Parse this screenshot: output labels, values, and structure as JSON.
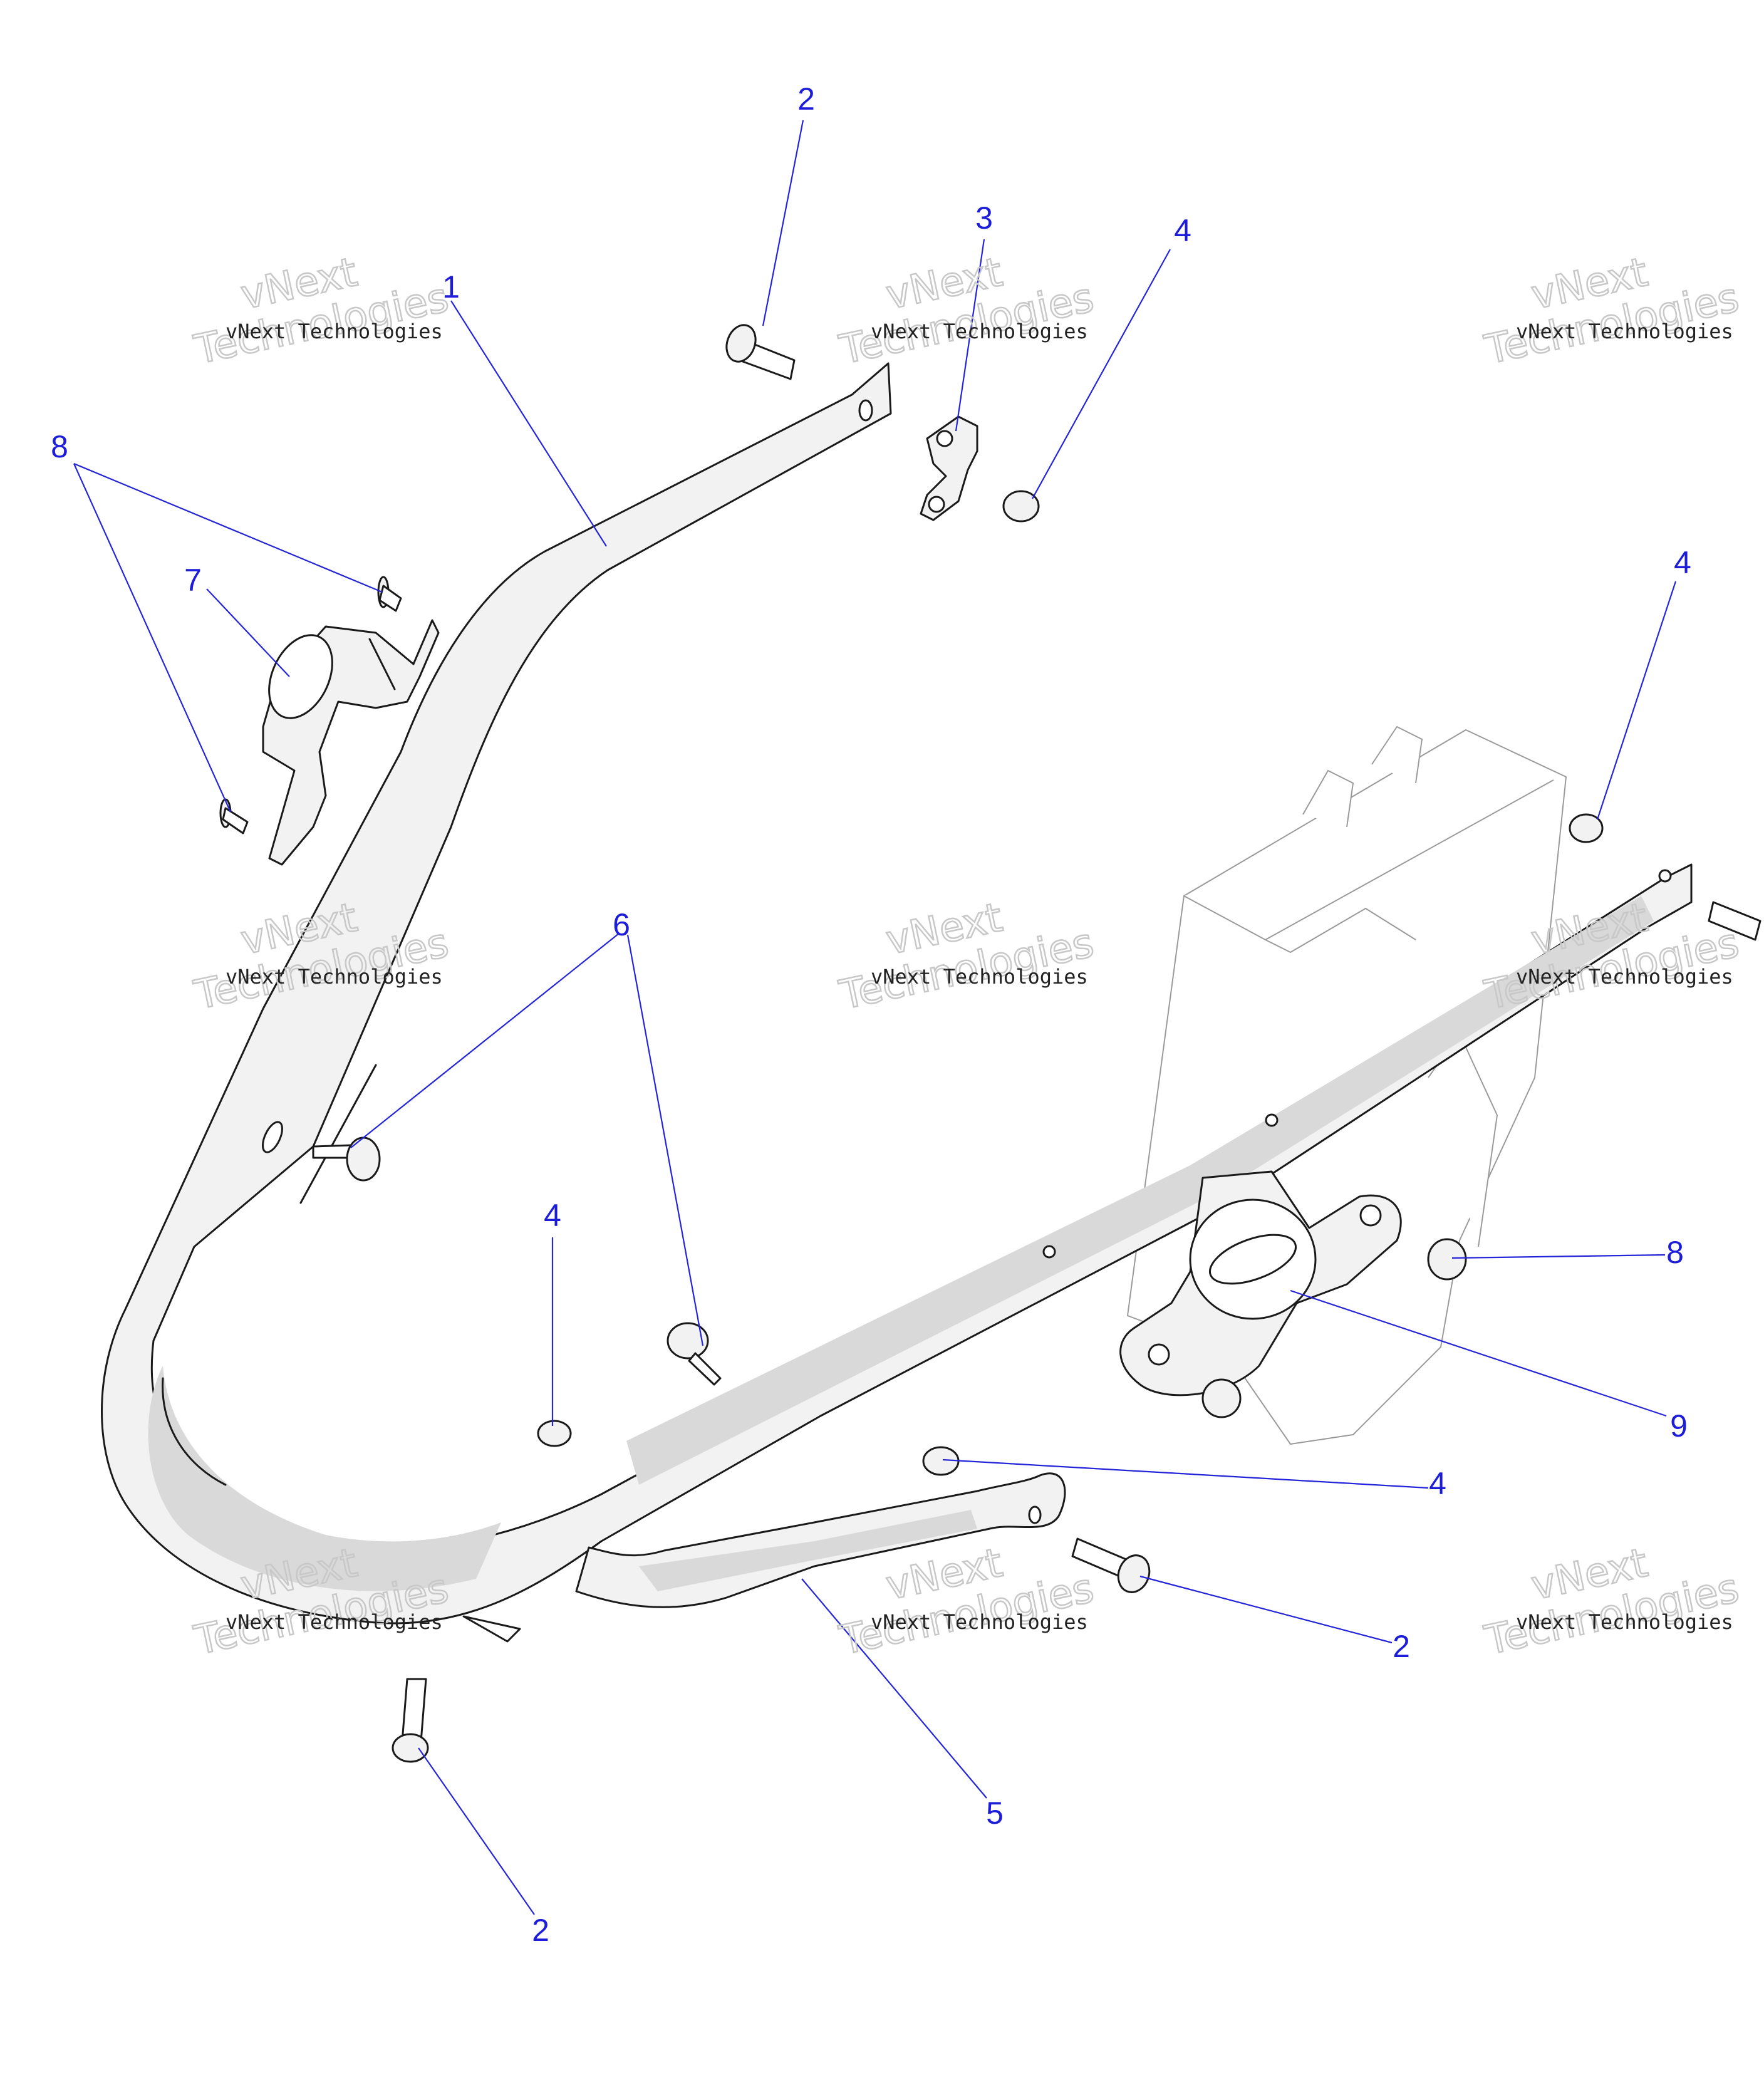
{
  "callouts": [
    {
      "id": "c1",
      "label": "1"
    },
    {
      "id": "c2a",
      "label": "2"
    },
    {
      "id": "c2b",
      "label": "2"
    },
    {
      "id": "c2c",
      "label": "2"
    },
    {
      "id": "c3",
      "label": "3"
    },
    {
      "id": "c4a",
      "label": "4"
    },
    {
      "id": "c4b",
      "label": "4"
    },
    {
      "id": "c4c",
      "label": "4"
    },
    {
      "id": "c4d",
      "label": "4"
    },
    {
      "id": "c5",
      "label": "5"
    },
    {
      "id": "c6",
      "label": "6"
    },
    {
      "id": "c7",
      "label": "7"
    },
    {
      "id": "c8a",
      "label": "8"
    },
    {
      "id": "c8b",
      "label": "8"
    },
    {
      "id": "c9",
      "label": "9"
    }
  ],
  "watermark": {
    "small": "vNext Technologies",
    "big_top": "vNext",
    "big_bottom": "Technologies"
  },
  "colors": {
    "callout": "#1c1cd9",
    "line_art": "#1a1a1a",
    "watermark_outline": "#c8c8c8"
  }
}
